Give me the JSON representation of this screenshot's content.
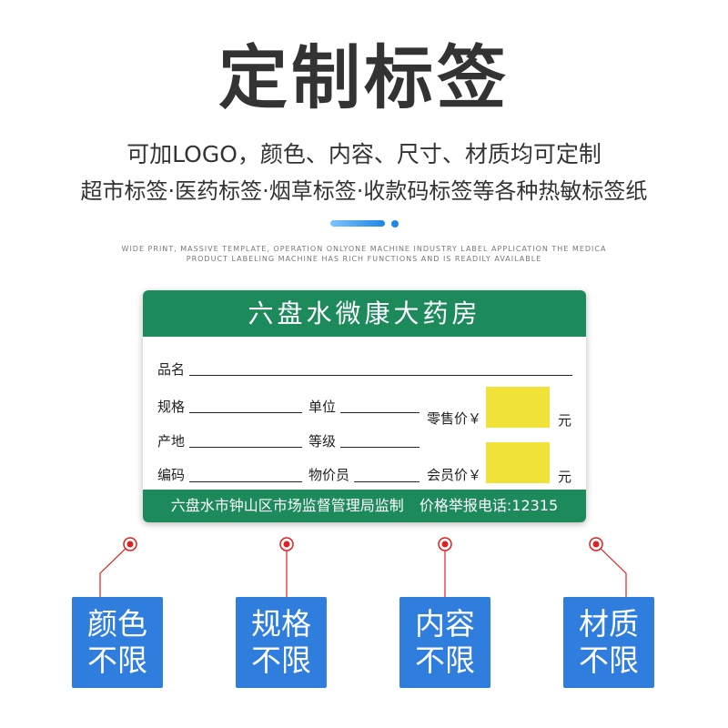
{
  "title": "定制标签",
  "subtitle_1": "可加LOGO，颜色、内容、尺寸、材质均可定制",
  "subtitle_2": "超市标签·医药标签·烟草标签·收款码标签等各种热敏标签纸",
  "english_line_1": "WIDE PRINT, MASSIVE TEMPLATE, OPERATION ONLYONE MACHINE INDUSTRY LABEL APPLICATION THE MEDICA",
  "english_line_2": "PRODUCT LABELING MACHINE HAS RICH FUNCTIONS AND IS READILY AVAILABLE",
  "label": {
    "header": "六盘水微康大药房",
    "fields": {
      "name": "品名",
      "spec": "规格",
      "unit": "单位",
      "origin": "产地",
      "grade": "等级",
      "code": "编码",
      "price_clerk": "物价员",
      "retail_price": "零售价￥",
      "member_price": "会员价￥",
      "yuan": "元"
    },
    "footer_left": "六盘水市钟山区市场监督管理局监制",
    "footer_right": "价格举报电话:12315"
  },
  "badges": [
    {
      "line1": "颜色",
      "line2": "不限"
    },
    {
      "line1": "规格",
      "line2": "不限"
    },
    {
      "line1": "内容",
      "line2": "不限"
    },
    {
      "line1": "材质",
      "line2": "不限"
    }
  ],
  "colors": {
    "label_green": "#1d8a5c",
    "badge_blue": "#2f7ede",
    "price_box_yellow": "#f1e23a",
    "marker_red": "#e02020"
  }
}
